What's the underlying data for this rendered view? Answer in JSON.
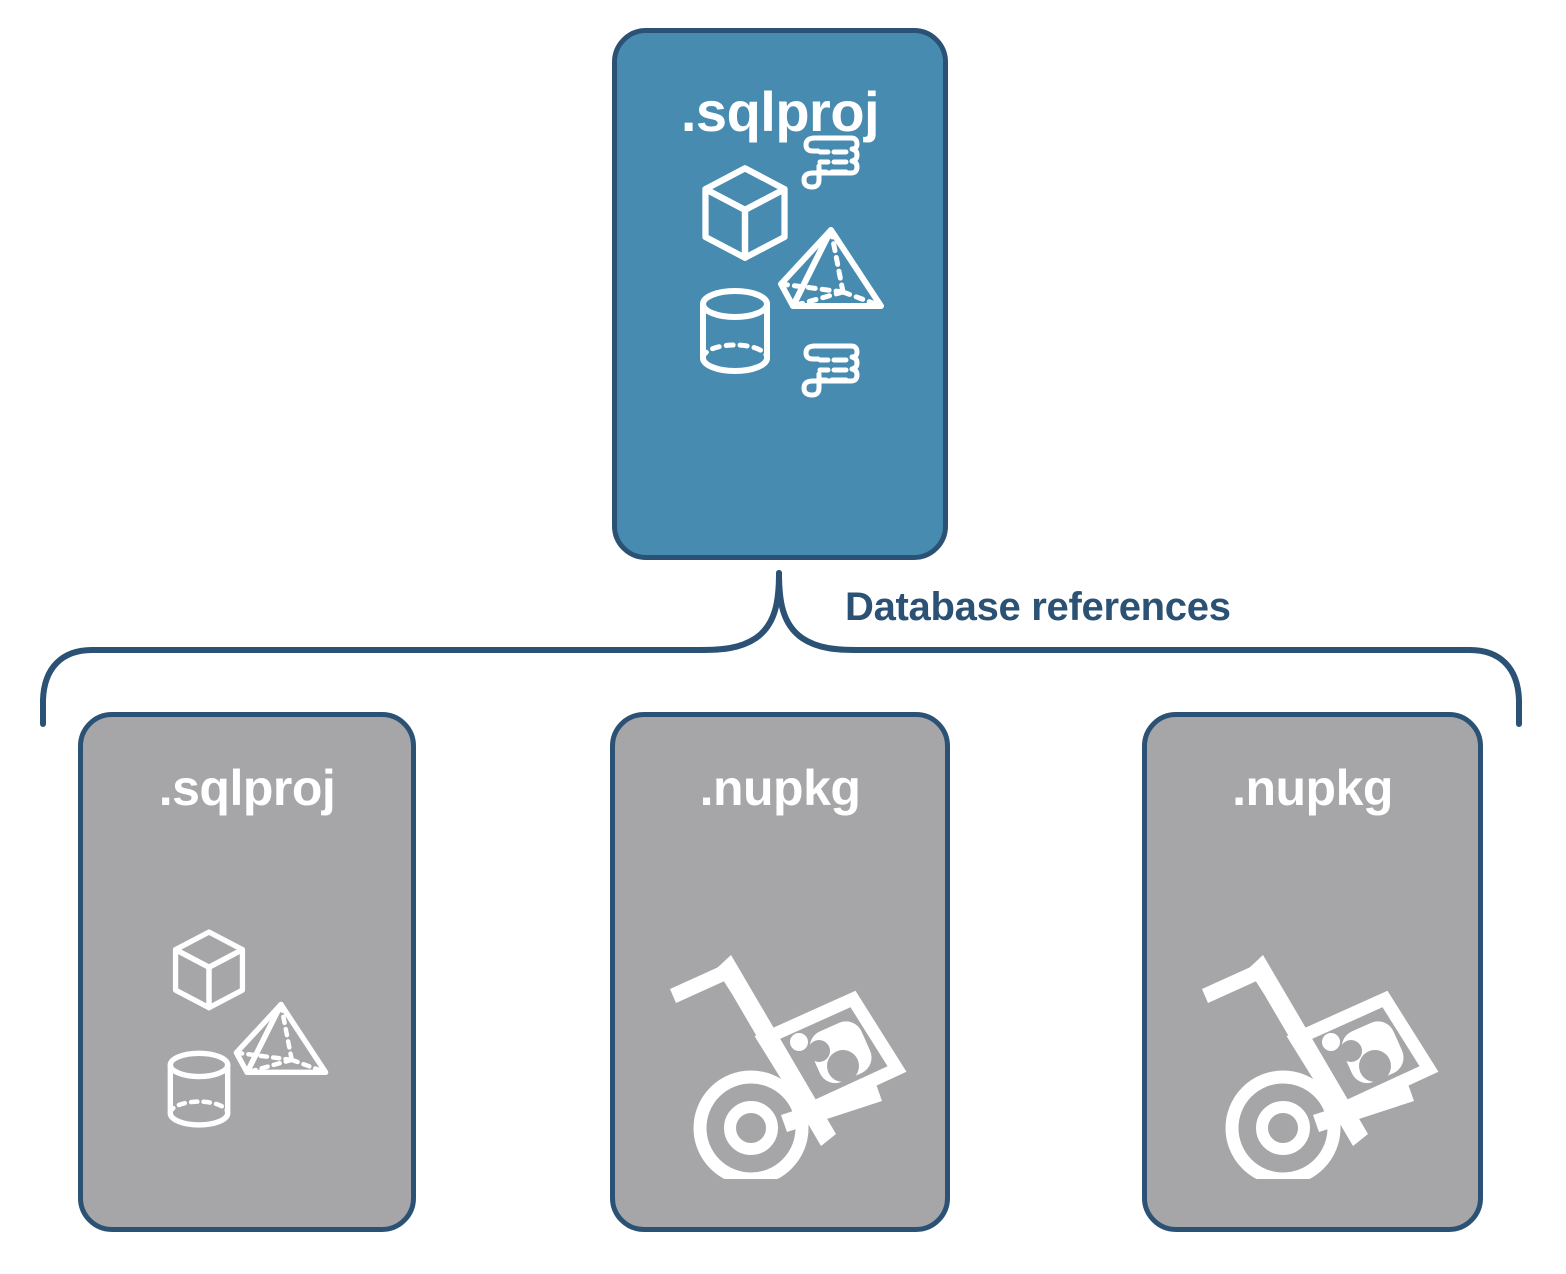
{
  "diagram": {
    "title_text": "Database references",
    "colors": {
      "primary_fill": "#478cb0",
      "secondary_fill": "#a6a6a8",
      "stroke": "#2b5274",
      "icon": "#ffffff",
      "background": "#ffffff"
    },
    "root": {
      "label": ".sqlproj",
      "icons": [
        "cube-icon",
        "script-scroll-icon",
        "pyramid-icon",
        "cylinder-icon",
        "script-scroll-icon"
      ]
    },
    "connector": {
      "label": "Database references",
      "style": "curly-brace"
    },
    "references": [
      {
        "label": ".sqlproj",
        "icons": [
          "cube-icon",
          "pyramid-icon",
          "cylinder-icon"
        ]
      },
      {
        "label": ".nupkg",
        "icons": [
          "hand-truck-package-icon"
        ]
      },
      {
        "label": ".nupkg",
        "icons": [
          "hand-truck-package-icon"
        ]
      }
    ]
  }
}
